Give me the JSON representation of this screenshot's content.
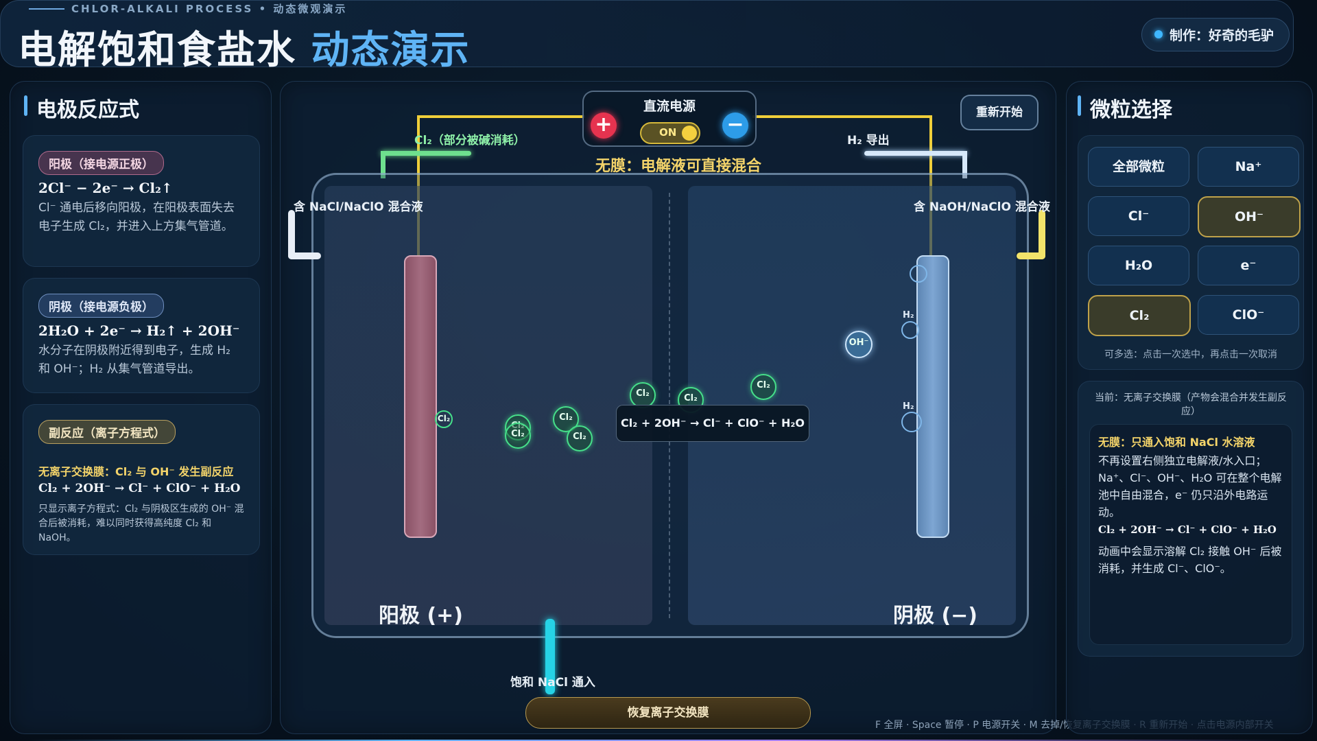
{
  "header": {
    "kicker": "CHLOR-ALKALI PROCESS • 动态微观演示",
    "title_main": "电解饱和食盐水",
    "title_accent": "动态演示",
    "credit": "制作：好奇的毛驴"
  },
  "left": {
    "title": "电极反应式",
    "anode": {
      "tag": "阳极（接电源正极）",
      "equation": "2Cl⁻ − 2e⁻ → Cl₂↑",
      "desc": "Cl⁻ 通电后移向阳极，在阳极表面失去电子生成 Cl₂，并进入上方集气管道。"
    },
    "cathode": {
      "tag": "阴极（接电源负极）",
      "equation": "2H₂O + 2e⁻ → H₂↑ + 2OH⁻",
      "desc": "水分子在阴极附近得到电子，生成 H₂ 和 OH⁻；H₂ 从集气管道导出。"
    },
    "side": {
      "tag": "副反应（离子方程式）",
      "highlight": "无离子交换膜：Cl₂ 与 OH⁻ 发生副反应",
      "equation": "Cl₂ + 2OH⁻ → Cl⁻ + ClO⁻ + H₂O",
      "desc": "只显示离子方程式：Cl₂ 与阴极区生成的 OH⁻ 混合后被消耗，难以同时获得高纯度 Cl₂ 和 NaOH。"
    }
  },
  "center": {
    "power_title": "直流电源",
    "toggle_label": "ON",
    "restart": "重新开始",
    "cl2_pipe": "Cl₂（部分被碱消耗）",
    "h2_pipe": "H₂ 导出",
    "no_membrane": "无膜：电解液可直接混合",
    "left_outlet": "含 NaCl/NaClO 混合液",
    "right_outlet": "含 NaOH/NaClO 混合液",
    "anode_label": "阳极 (+)",
    "cathode_label": "阴极 (−)",
    "reaction_box": "Cl₂ + 2OH⁻ → Cl⁻ + ClO⁻ + H₂O",
    "inlet": "饱和 NaCl 通入",
    "restore_button": "恢复离子交换膜",
    "shortcuts": "F 全屏 · Space 暂停 · P 电源开关 · M 去掉/恢复离子交换膜 · R 重新开始 · 点击电源内部开关",
    "particles": {
      "cl2": "Cl₂",
      "h2": "H₂",
      "oh": "OH⁻"
    }
  },
  "right": {
    "title": "微粒选择",
    "buttons": [
      {
        "label": "全部微粒",
        "selected": false
      },
      {
        "label": "Na⁺",
        "selected": false
      },
      {
        "label": "Cl⁻",
        "selected": false
      },
      {
        "label": "OH⁻",
        "selected": true
      },
      {
        "label": "H₂O",
        "selected": false
      },
      {
        "label": "e⁻",
        "selected": false
      },
      {
        "label": "Cl₂",
        "selected": true
      },
      {
        "label": "ClO⁻",
        "selected": false
      }
    ],
    "hint": "可多选：点击一次选中，再点击一次取消",
    "status": "当前：无离子交换膜（产物会混合并发生副反应）",
    "info_title": "无膜：只通入饱和 NaCl 水溶液",
    "info_body": "不再设置右侧独立电解液/水入口；Na⁺、Cl⁻、OH⁻、H₂O 可在整个电解池中自由混合，e⁻ 仍只沿外电路运动。",
    "info_equation": "Cl₂ + 2OH⁻ → Cl⁻ + ClO⁻ + H₂O",
    "info_tail": "动画中会显示溶解 Cl₂ 接触 OH⁻ 后被消耗，并生成 Cl⁻、ClO⁻。"
  },
  "colors": {
    "accent": "#5fb4f5",
    "anode": "#a36c80",
    "cathode": "#7ea6d3",
    "wire": "#f0cf3a",
    "cl2": "#46e08a"
  }
}
